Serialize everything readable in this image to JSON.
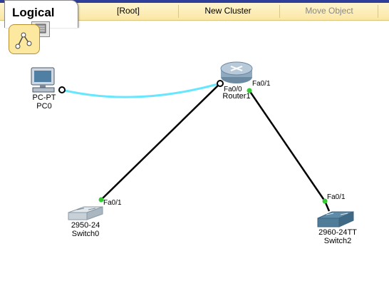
{
  "toolbar": {
    "tab": "Logical",
    "root": "[Root]",
    "new_cluster": "New Cluster",
    "move_object": "Move Object"
  },
  "devices": {
    "pc0": {
      "model": "PC-PT",
      "name": "PC0"
    },
    "router": {
      "name": "Router1"
    },
    "switch0": {
      "model": "2950-24",
      "name": "Switch0"
    },
    "switch2": {
      "model": "2960-24TT",
      "name": "Switch2"
    }
  },
  "ports": {
    "router_fa00": "Fa0/0",
    "router_fa01": "Fa0/1",
    "switch0_fa01": "Fa0/1",
    "switch2_fa01": "Fa0/1"
  },
  "colors": {
    "link_black": "#000000",
    "link_cyan": "#66e6ff",
    "port_green": "#33cc33",
    "toolbar_top": "#2f3f99"
  }
}
